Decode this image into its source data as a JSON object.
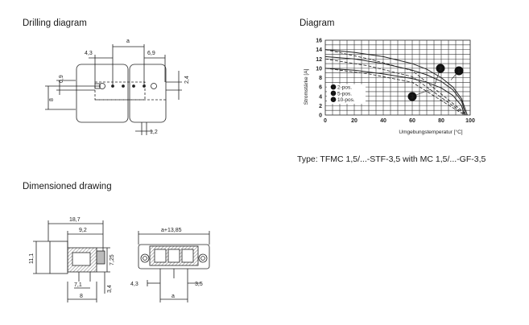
{
  "headings": {
    "drilling": "Drilling diagram",
    "diagram": "Diagram",
    "dimensioned": "Dimensioned drawing"
  },
  "type_line": "Type: TFMC 1,5/...-STF-3,5 with MC 1,5/...-GF-3,5",
  "drilling_dims": {
    "a": "a",
    "d43": "4,3",
    "d69": "6,9",
    "d09": "0,9",
    "d8": "8",
    "d24": "2,4",
    "d12": "1,2"
  },
  "dimensioned_dims": {
    "d187": "18,7",
    "d92": "9,2",
    "d111": "11,1",
    "d725": "7,25",
    "d71": "7,1",
    "d8": "8",
    "d34": "3,4",
    "a1385": "a+13,85",
    "d43": "4,3",
    "a": "a",
    "d35": "3,5"
  },
  "chart_data": {
    "type": "line",
    "title": "",
    "xlabel": "Umgebungstemperatur [°C]",
    "ylabel": "Stromstärke [A]",
    "xlim": [
      0,
      100
    ],
    "ylim": [
      0,
      16
    ],
    "x_ticks": [
      "0",
      "20",
      "40",
      "60",
      "80",
      "100"
    ],
    "y_ticks": [
      "0",
      "2",
      "4",
      "6",
      "8",
      "10",
      "12",
      "14",
      "16"
    ],
    "grid": true,
    "series": [
      {
        "name": "2-pos.",
        "marker": "1",
        "x": [
          0,
          20,
          40,
          60,
          70,
          80,
          88,
          94,
          98
        ],
        "y": [
          14,
          13.4,
          12.5,
          11,
          9.8,
          8,
          6,
          3.5,
          0
        ]
      },
      {
        "name": "5-pos.",
        "marker": "2",
        "x": [
          0,
          20,
          40,
          60,
          70,
          80,
          88,
          94,
          97
        ],
        "y": [
          12.5,
          12,
          11,
          9.6,
          8.6,
          7.2,
          5.4,
          3,
          0
        ]
      },
      {
        "name": "10-pos.",
        "marker": "3",
        "x": [
          0,
          20,
          40,
          60,
          70,
          80,
          88,
          94,
          96
        ],
        "y": [
          10,
          9.6,
          8.8,
          7.8,
          7,
          5.8,
          4.2,
          2,
          0
        ]
      }
    ],
    "dashed_derating": [
      {
        "x": [
          0,
          30,
          60,
          98
        ],
        "y": [
          14,
          12,
          9.5,
          0
        ]
      },
      {
        "x": [
          0,
          30,
          60,
          97
        ],
        "y": [
          12,
          10.5,
          8.2,
          0
        ]
      },
      {
        "x": [
          0,
          30,
          60,
          96
        ],
        "y": [
          10,
          8.8,
          7,
          0
        ]
      }
    ],
    "legend_placement": "bottom-left"
  },
  "colors": {
    "ink": "#222222",
    "grid": "#444444",
    "hatch": "#888888"
  }
}
